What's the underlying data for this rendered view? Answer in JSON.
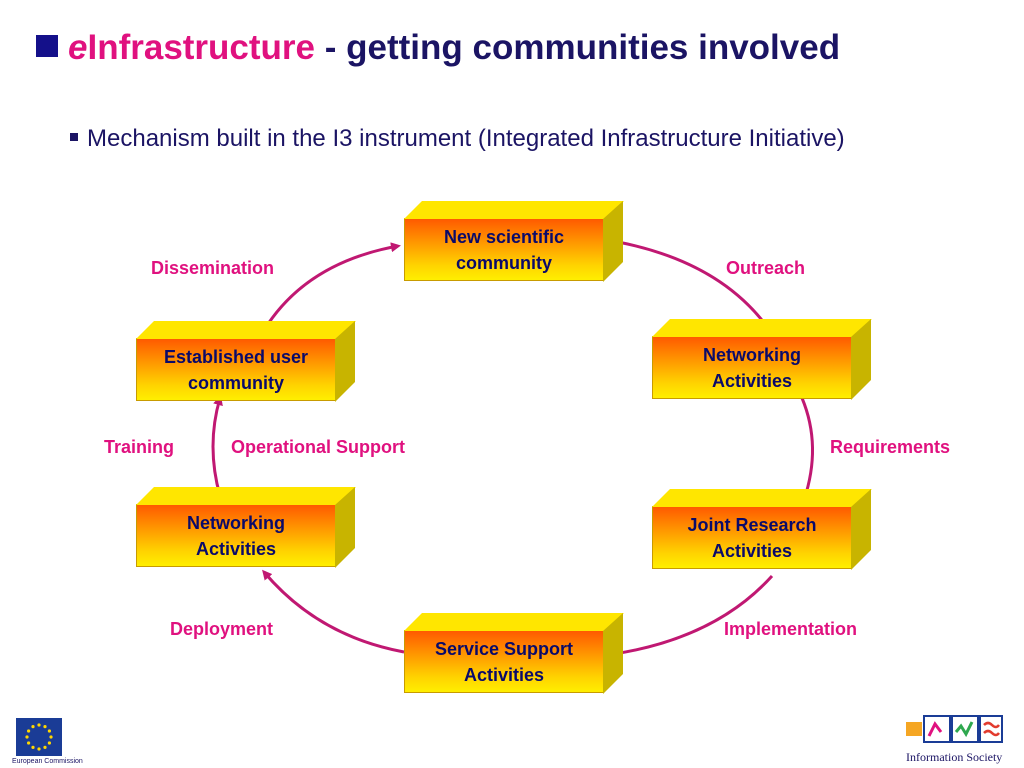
{
  "slide": {
    "title_e": "e",
    "title_infra": "Infrastructure",
    "title_rest": " - getting communities involved",
    "bullet": "Mechanism built in the I3 instrument (Integrated Infrastructure Initiative)"
  },
  "diagram": {
    "boxes": {
      "new_scientific": "New scientific community",
      "networking_right": "Networking Activities",
      "joint_research": "Joint Research Activities",
      "service_support": "Service Support Activities",
      "networking_left": "Networking Activities",
      "established": "Established user community"
    },
    "labels": {
      "dissemination": "Dissemination",
      "outreach": "Outreach",
      "requirements": "Requirements",
      "implementation": "Implementation",
      "deployment": "Deployment",
      "training": "Training",
      "operational_support": "Operational Support"
    },
    "colors": {
      "arrow": "#c01872",
      "label": "#e0117f",
      "title": "#1b1464"
    }
  },
  "footer": {
    "ec_text": "European Commission",
    "is_text": "Information Society"
  }
}
